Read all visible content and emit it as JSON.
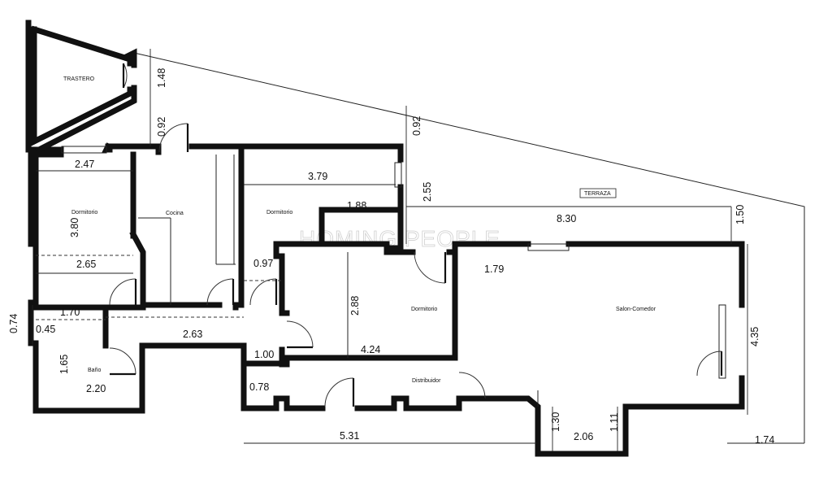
{
  "watermark": "HOMING PEOPLE",
  "rooms": {
    "trastero": "TRASTERO",
    "dormitorio_1": "Dormitorio",
    "cocina": "Cocina",
    "dormitorio_2": "Dormitorio",
    "dormitorio_3": "Dormitorio",
    "salon_comedor": "Salon-Comedor",
    "bano": "Baño",
    "distribuidor": "Distribuidor",
    "terraza": "TERRAZA"
  },
  "dimensions": {
    "trastero_depth": "1.48",
    "passage_width_a": "0.92",
    "passage_width_b": "0.92",
    "dorm1_width": "2.47",
    "dorm1_depth": "3.80",
    "dorm1_lower_width": "2.65",
    "dorm2_width": "3.79",
    "dorm2_recess": "1.88",
    "dorm2_inner": "0.97",
    "terrace_depth": "2.55",
    "terrace_length": "8.30",
    "terrace_end": "1.50",
    "salon_entry": "1.79",
    "dorm3_depth": "2.88",
    "dorm3_width": "4.24",
    "salon_depth": "4.35",
    "hall_length": "2.63",
    "hall_step": "1.00",
    "bath_width": "1.70",
    "bath_step": "0.45",
    "left_offset": "0.74",
    "bath_depth": "1.65",
    "bath_length": "2.20",
    "corridor_width": "0.78",
    "overall_length": "5.31",
    "bay_depth": "1.30",
    "bay_width": "2.06",
    "bay_side": "1.11",
    "outer_right": "1.74"
  }
}
